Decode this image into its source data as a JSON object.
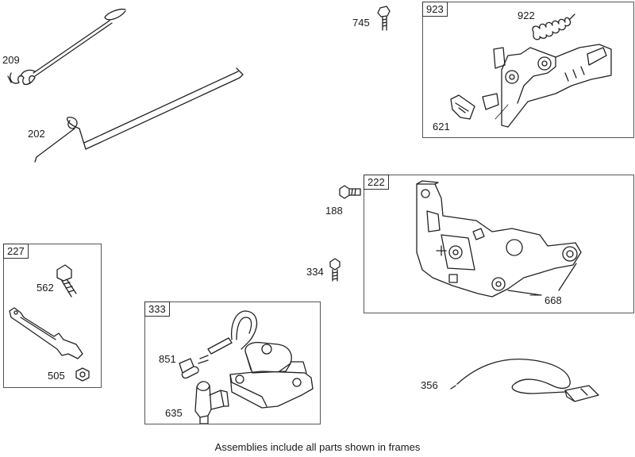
{
  "frames": {
    "f923": "923",
    "f222": "222",
    "f227": "227",
    "f333": "333"
  },
  "parts": {
    "p209": "209",
    "p202": "202",
    "p745": "745",
    "p922": "922",
    "p621": "621",
    "p188": "188",
    "p334": "334",
    "p668": "668",
    "p562": "562",
    "p505": "505",
    "p851": "851",
    "p635": "635",
    "p356": "356"
  },
  "caption": "Assemblies include all parts shown in frames"
}
